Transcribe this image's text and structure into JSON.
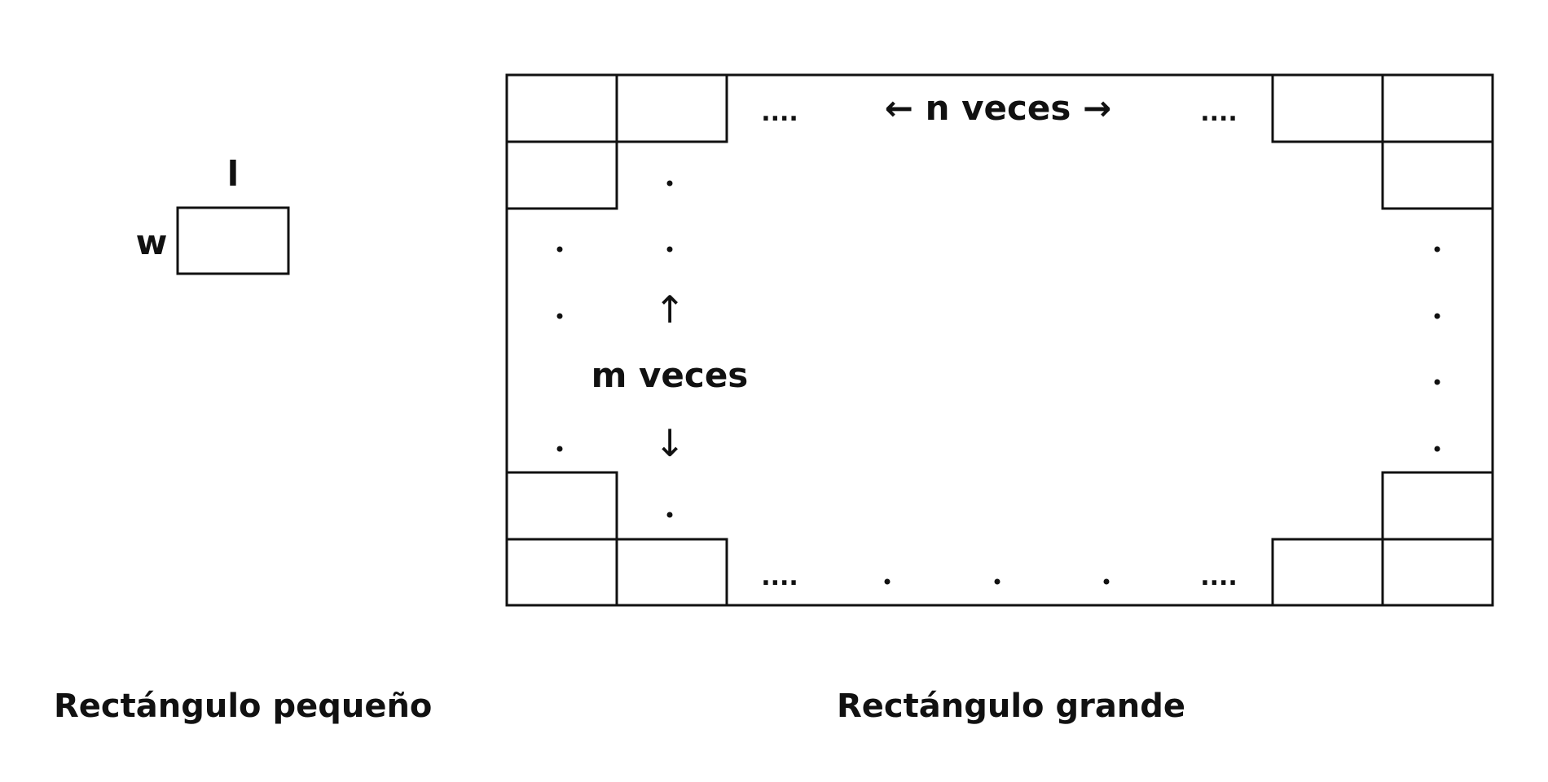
{
  "small_rect": {
    "length_label": "l",
    "width_label": "w",
    "caption": "Rectángulo pequeño"
  },
  "large_rect": {
    "caption": "Rectángulo grande",
    "n_times_label": "← n veces →",
    "m_times_label": "m veces",
    "arrow_up": "↑",
    "arrow_down": "↓",
    "ellipsis": "...."
  }
}
